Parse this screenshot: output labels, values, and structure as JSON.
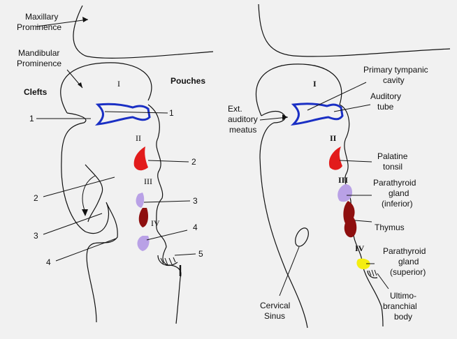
{
  "left_panel": {
    "maxillary": [
      "Maxillary",
      "Prominence"
    ],
    "mandibular": [
      "Mandibular",
      "Prominence"
    ],
    "clefts_heading": "Clefts",
    "pouches_heading": "Pouches",
    "cleft_numbers": [
      "1",
      "2",
      "3",
      "4"
    ],
    "pouch_numbers": [
      "1",
      "2",
      "3",
      "4",
      "5"
    ],
    "arches": [
      "I",
      "II",
      "III",
      "IV"
    ]
  },
  "right_panel": {
    "arches": [
      "I",
      "II",
      "III",
      "IV"
    ],
    "primary_tympanic": [
      "Primary tympanic",
      "cavity"
    ],
    "auditory_tube": [
      "Auditory",
      "tube"
    ],
    "ext_meatus": [
      "Ext.",
      "auditory",
      "meatus"
    ],
    "palatine_tonsil": [
      "Palatine",
      "tonsil"
    ],
    "parathyroid_inferior": [
      "Parathyroid",
      "gland",
      "(inferior)"
    ],
    "thymus": "Thymus",
    "parathyroid_superior": [
      "Parathyroid",
      "gland",
      "(superior)"
    ],
    "ultimobranchial": [
      "Ultimo-",
      "branchial",
      "body"
    ],
    "cervical_sinus": [
      "Cervical",
      "Sinus"
    ]
  },
  "colors": {
    "pouch_outline": "#1a2fc4",
    "palatine_tonsil": "#e21b1b",
    "parathyroid": "#b9a1e6",
    "thymus": "#8e0f0f",
    "superior_parathyroid": "#f4ee10"
  }
}
